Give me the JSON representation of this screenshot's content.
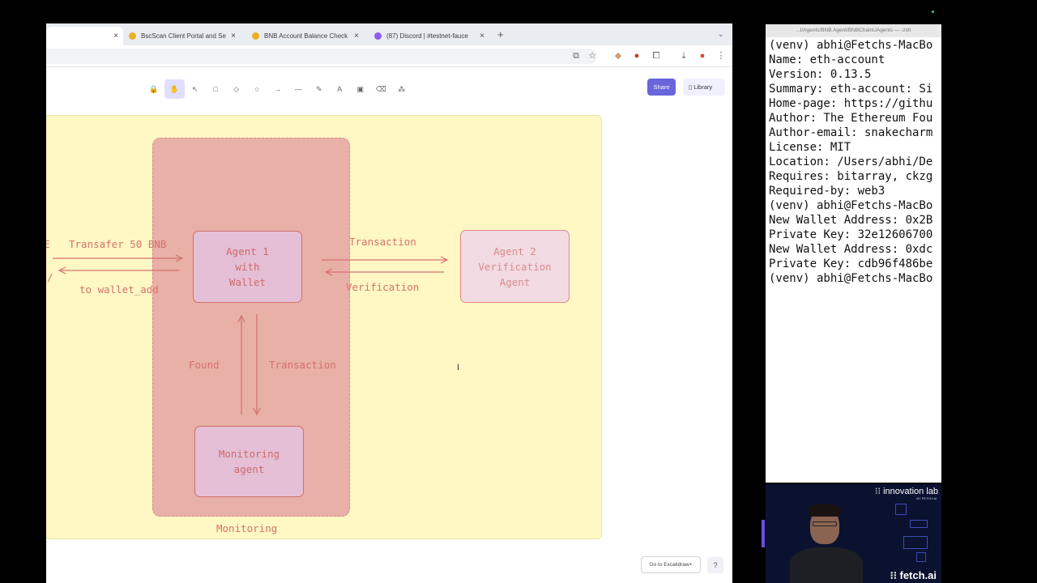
{
  "browser": {
    "tabs": [
      {
        "label": "",
        "active": true
      },
      {
        "label": "BscScan Client Portal and Se",
        "favicon_color": "#e9b026"
      },
      {
        "label": "BNB Account Balance Check",
        "favicon_color": "#e9b026"
      },
      {
        "label": "(87) Discord | #testnet-fauce",
        "favicon_color": "#8b5cf6"
      }
    ],
    "new_tab": "+",
    "tab_menu": "⌄",
    "close_glyph": "×"
  },
  "excalidraw": {
    "share_label": "Share",
    "library_label": "Library",
    "go_to_label": "Go to Excalidraw+",
    "help_label": "?",
    "tools": [
      "🔒",
      "✋",
      "↖",
      "□",
      "◇",
      "○",
      "→",
      "—",
      "✎",
      "A",
      "▣",
      "⌫",
      "⁂"
    ],
    "cursor_glyph": "I"
  },
  "diagram": {
    "nodes": {
      "agent1": "Agent 1\nwith\nWallet",
      "agent2": "Agent 2\nVerification\nAgent",
      "monitoring": "Monitoring\nagent"
    },
    "labels": {
      "transfer": "Transafer 50 BNB",
      "to_wallet": "to wallet_add",
      "transaction_top": "Transaction",
      "verification": "Verification",
      "found": "Found",
      "transaction_side": "Transaction",
      "monitoring_frame": "Monitoring",
      "left_cut_a": "E",
      "left_cut_b": "/"
    },
    "colors": {
      "outer_frame": "#fff7c4",
      "inner_frame": "#e8b0a6",
      "node_fill": "#e4bfd6",
      "stroke": "#d0706e"
    }
  },
  "terminal": {
    "title": "...l/Agents/BNB Agent/BNBChainUAgents — -zsh",
    "lines": [
      "(venv) abhi@Fetchs-MacBo",
      "Name: eth-account",
      "Version: 0.13.5",
      "Summary: eth-account: Si",
      "Home-page: https://githu",
      "Author: The Ethereum Fou",
      "Author-email: snakecharm",
      "License: MIT",
      "Location: /Users/abhi/De",
      "Requires: bitarray, ckzg",
      "Required-by: web3",
      "(venv) abhi@Fetchs-MacBo",
      "New Wallet Address: 0x2B",
      "Private Key: 32e12606700",
      "New Wallet Address: 0xdc",
      "Private Key: cdb96f486be",
      "(venv) abhi@Fetchs-MacBo"
    ]
  },
  "webcam": {
    "brand_top": "innovation lab",
    "brand_sub": "BY FETCH.AI",
    "brand_bottom": "fetch.ai"
  }
}
